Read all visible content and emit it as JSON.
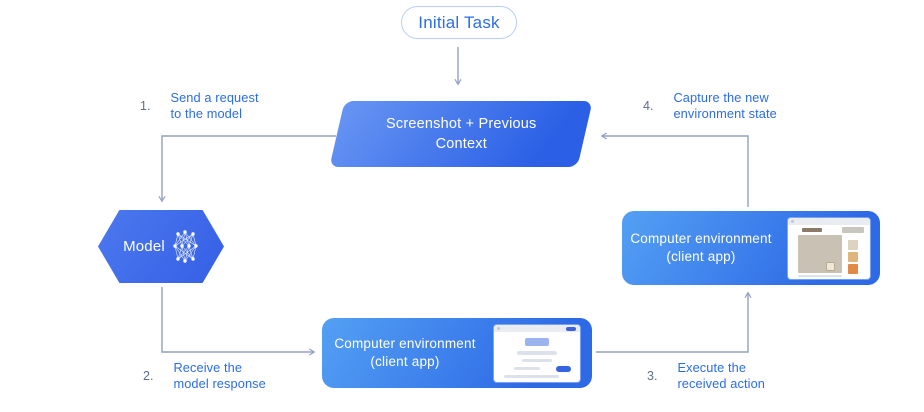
{
  "colors": {
    "accent_blue": "#2b6de9",
    "step_number": "#5f6d8c",
    "arrow_color": "#95a0c2",
    "pill_border": "#b9ccf8",
    "shape_grad_start": "#6795f3",
    "shape_grad_end": "#2a5fe6",
    "hex_grad_start": "#4b79ee",
    "hex_grad_end": "#355fe6",
    "env_grad_start": "#54a0f4",
    "env_grad_end": "#2e6ae6"
  },
  "nodes": {
    "initial_task": {
      "label": "Initial Task"
    },
    "screenshot_context": {
      "line1": "Screenshot + Previous",
      "line2": "Context"
    },
    "model": {
      "label": "Model",
      "icon": "neural-network-icon"
    },
    "env_bottom": {
      "line1": "Computer environment",
      "line2": "(client app)",
      "thumbnail": "browser-search-page"
    },
    "env_right": {
      "line1": "Computer environment",
      "line2": "(client app)",
      "thumbnail": "browser-shopping-page"
    }
  },
  "steps": [
    {
      "num": "1.",
      "line1": "Send a request",
      "line2": "to the model"
    },
    {
      "num": "2.",
      "line1": "Receive the",
      "line2": "model response"
    },
    {
      "num": "3.",
      "line1": "Execute the",
      "line2": "received action"
    },
    {
      "num": "4.",
      "line1": "Capture the new",
      "line2": "environment state"
    }
  ]
}
